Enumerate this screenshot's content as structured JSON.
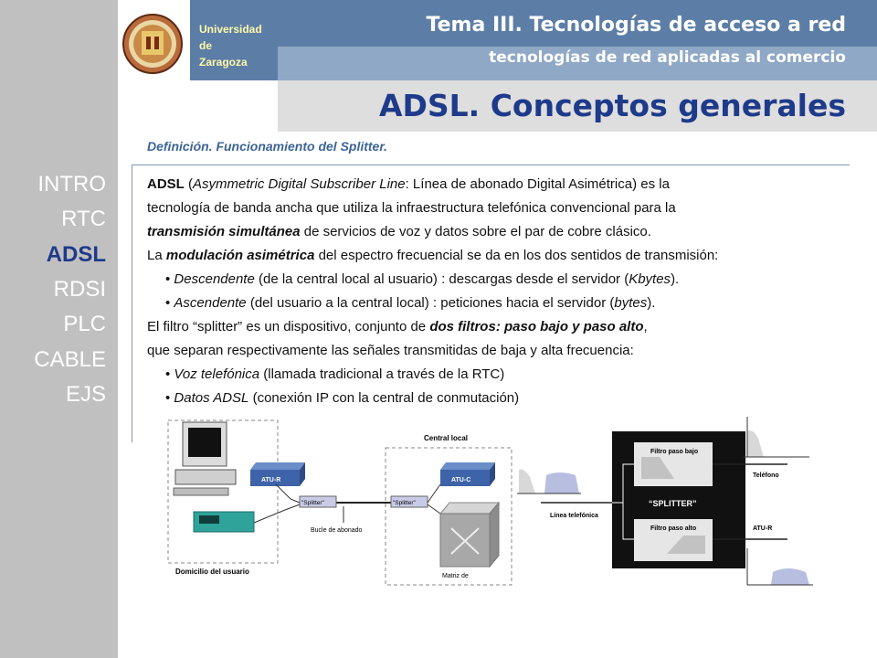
{
  "header": {
    "university": [
      "Universidad",
      "de",
      "Zaragoza"
    ],
    "tema": "Tema III. Tecnologías de acceso a red",
    "subtitle": "tecnologías de red aplicadas al comercio",
    "title": "ADSL. Conceptos generales"
  },
  "nav": {
    "items": [
      "INTRO",
      "RTC",
      "ADSL",
      "RDSI",
      "PLC",
      "CABLE",
      "EJS"
    ],
    "active": "ADSL"
  },
  "content": {
    "section_heading": "Definición. Funcionamiento del Splitter.",
    "l1": {
      "a": "ADSL",
      "b": " (",
      "c": "Asymmetric Digital Subscriber Line",
      "d": ": Línea de abonado Digital Asimétrica) es la"
    },
    "l2": "tecnología de banda ancha que utiliza la infraestructura telefónica convencional para la",
    "l3": {
      "a": "transmisión simultánea",
      "b": "  de servicios de voz y datos sobre el par de cobre clásico."
    },
    "l4": {
      "a": "La ",
      "b": "modulación asimétrica",
      "c": " del espectro frecuencial se da en los dos sentidos de transmisión:"
    },
    "l5": {
      "a": "• ",
      "b": "Descendente",
      "c": " (de la central local al usuario) :   descargas desde el servidor (",
      "d": "Kbytes",
      "e": ")."
    },
    "l6": {
      "a": "• ",
      "b": "Ascendente",
      "c": "   (del usuario a la central local) :   peticiones hacia el servidor (",
      "d": "bytes",
      "e": ")."
    },
    "l7": {
      "a": "El filtro “splitter” es un dispositivo, conjunto de ",
      "b": "dos filtros: paso bajo y paso alto",
      "c": ","
    },
    "l8": "que separan respectivamente las señales transmitidas de baja y alta frecuencia:",
    "l9": {
      "a": "• ",
      "b": "Voz telefónica",
      "c": " (llamada tradicional a través de la RTC)"
    },
    "l10": {
      "a": "• ",
      "b": "Datos ADSL",
      "c": "   (conexión IP con la central de conmutación)"
    }
  },
  "diagram": {
    "atu_r": "ATU-R",
    "atu_c": "ATU-C",
    "splitter": "\"Splitter\"",
    "central_local": "Central local",
    "domicilio": "Domicilio del usuario",
    "bucle": "Bucle de abonado",
    "matriz": "Matriz de",
    "filtro_bajo": "Filtro paso bajo",
    "filtro_alto": "Filtro paso alto",
    "splitter_big": "“SPLITTER”",
    "linea": "Línea telefónica",
    "telefono": "Teléfono",
    "atu_r2": "ATU-R"
  },
  "colors": {
    "header_blue": "#5c7ea6",
    "header_light": "#8fa8c6",
    "title_blue": "#1e3a8a",
    "sidebar_gray": "#c0c0c0",
    "university_yellow": "#fff8a8"
  }
}
